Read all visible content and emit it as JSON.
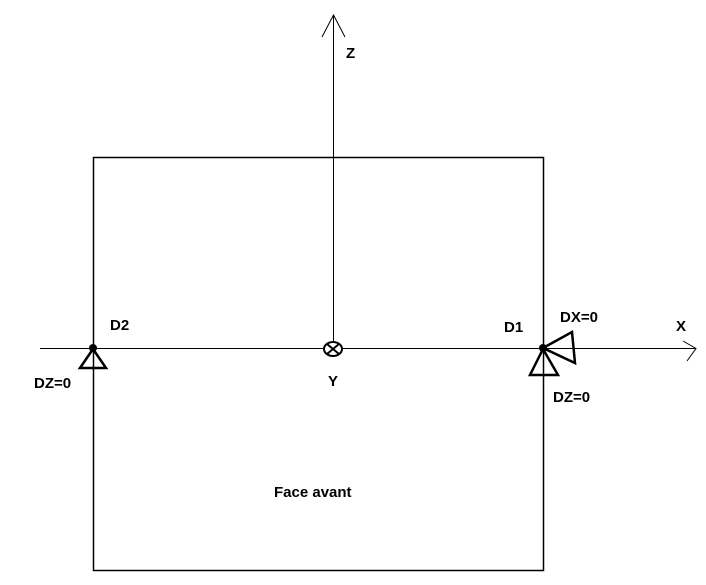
{
  "axes": {
    "z_label": "Z",
    "x_label": "X",
    "y_label": "Y"
  },
  "supports": {
    "d2": {
      "name": "D2",
      "condition": "DZ=0"
    },
    "d1": {
      "name": "D1",
      "condition_x": "DX=0",
      "condition_z": "DZ=0"
    }
  },
  "face_label": "Face avant"
}
